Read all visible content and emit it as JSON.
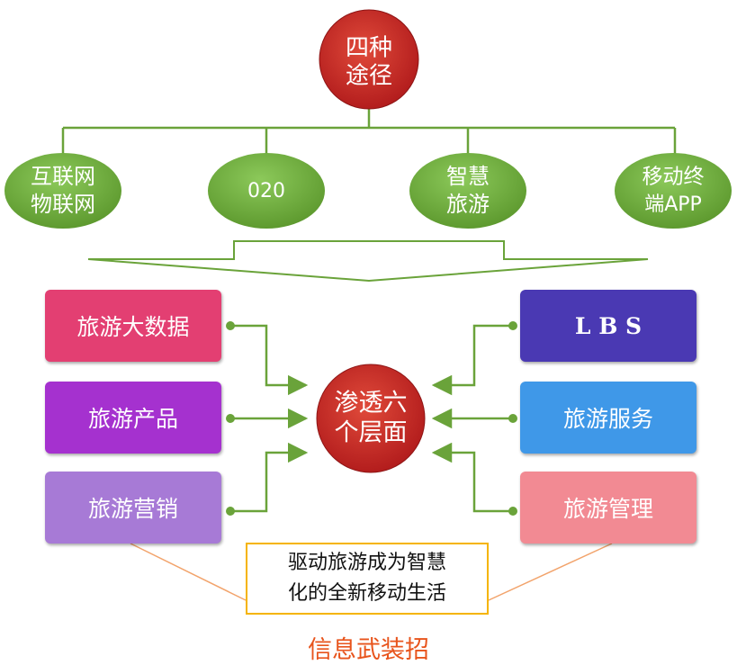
{
  "top_circle": {
    "line1": "四种",
    "line2": "途径"
  },
  "paths": [
    {
      "line1": "互联网",
      "line2": "物联网"
    },
    {
      "line1": "020",
      "line2": ""
    },
    {
      "line1": "智慧",
      "line2": "旅游"
    },
    {
      "line1": "移动终",
      "line2": "端APP"
    }
  ],
  "center_circle": {
    "line1": "渗透六",
    "line2": "个层面"
  },
  "left_boxes": [
    {
      "label": "旅游大数据",
      "color": "#e33f72"
    },
    {
      "label": "旅游产品",
      "color": "#a531cf"
    },
    {
      "label": "旅游营销",
      "color": "#a77ad6"
    }
  ],
  "right_boxes": [
    {
      "label": "L B S",
      "color": "#4a39b3"
    },
    {
      "label": "旅游服务",
      "color": "#3f98e8"
    },
    {
      "label": "旅游管理",
      "color": "#f28a93"
    }
  ],
  "caption": {
    "line1": "驱动旅游成为智慧",
    "line2": "化的全新移动生活"
  },
  "footer": "信息武装招",
  "colors": {
    "red_circle": "#c62828",
    "green_ellipse": "#6fb03e",
    "connector_green": "#6aa33a",
    "caption_border": "#f5b400",
    "footer_text": "#e8541c",
    "caption_line": "#f2a36b"
  }
}
